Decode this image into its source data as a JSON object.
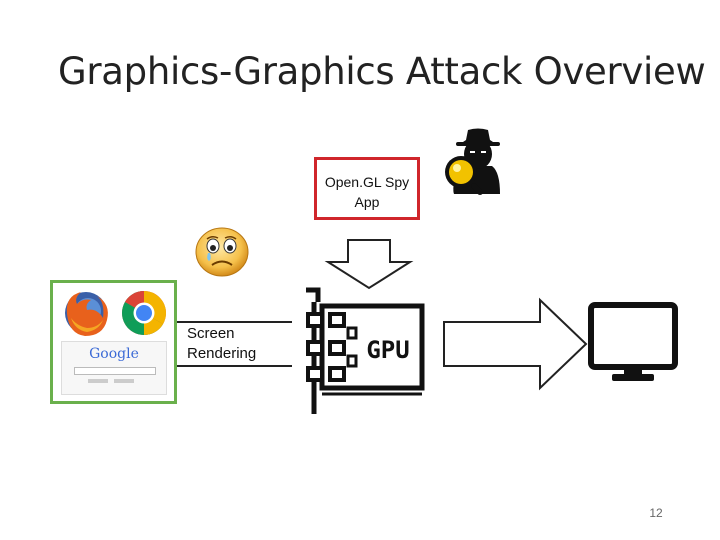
{
  "slide": {
    "title": "Graphics-Graphics Attack Overview",
    "page_number": "12"
  },
  "spy_app": {
    "line1": "Open.GL Spy",
    "line2": "App",
    "border_color": "#d0262b"
  },
  "screen_rendering": {
    "line1": "Screen",
    "line2": "Rendering"
  },
  "gpu": {
    "label": "GPU"
  },
  "browsers": {
    "border_color": "#6ab04c",
    "icons": [
      "firefox-icon",
      "chrome-icon",
      "google-search-page"
    ],
    "google_text": "Google"
  },
  "icons": {
    "sad_face": "sad-face-icon",
    "spy": "spy-magnifier-icon",
    "monitor": "monitor-icon"
  }
}
